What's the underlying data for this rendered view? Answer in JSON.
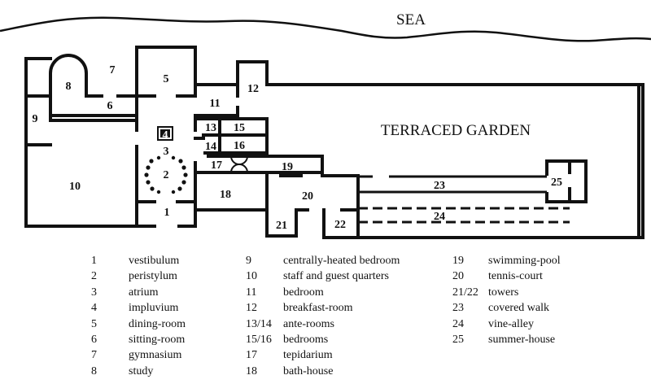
{
  "labels": {
    "sea": "SEA",
    "garden": "TERRACED GARDEN",
    "rooms": [
      "1",
      "2",
      "3",
      "4",
      "5",
      "6",
      "7",
      "8",
      "9",
      "10",
      "11",
      "12",
      "13",
      "14",
      "15",
      "16",
      "17",
      "18",
      "19",
      "20",
      "21",
      "22",
      "23",
      "24",
      "25"
    ]
  },
  "legend": {
    "col1": [
      {
        "n": "1",
        "t": "vestibulum"
      },
      {
        "n": "2",
        "t": "peristylum"
      },
      {
        "n": "3",
        "t": "atrium"
      },
      {
        "n": "4",
        "t": "impluvium"
      },
      {
        "n": "5",
        "t": "dining-room"
      },
      {
        "n": "6",
        "t": "sitting-room"
      },
      {
        "n": "7",
        "t": "gymnasium"
      },
      {
        "n": "8",
        "t": "study"
      }
    ],
    "col2": [
      {
        "n": "9",
        "t": "centrally-heated bedroom"
      },
      {
        "n": "10",
        "t": "staff and guest quarters"
      },
      {
        "n": "11",
        "t": "bedroom"
      },
      {
        "n": "12",
        "t": "breakfast-room"
      },
      {
        "n": "13/14",
        "t": "ante-rooms"
      },
      {
        "n": "15/16",
        "t": "bedrooms"
      },
      {
        "n": "17",
        "t": "tepidarium"
      },
      {
        "n": "18",
        "t": "bath-house"
      }
    ],
    "col3": [
      {
        "n": "19",
        "t": "swimming-pool"
      },
      {
        "n": "20",
        "t": "tennis-court"
      },
      {
        "n": "21/22",
        "t": "towers"
      },
      {
        "n": "23",
        "t": "covered walk"
      },
      {
        "n": "24",
        "t": "vine-alley"
      },
      {
        "n": "25",
        "t": "summer-house"
      }
    ]
  }
}
